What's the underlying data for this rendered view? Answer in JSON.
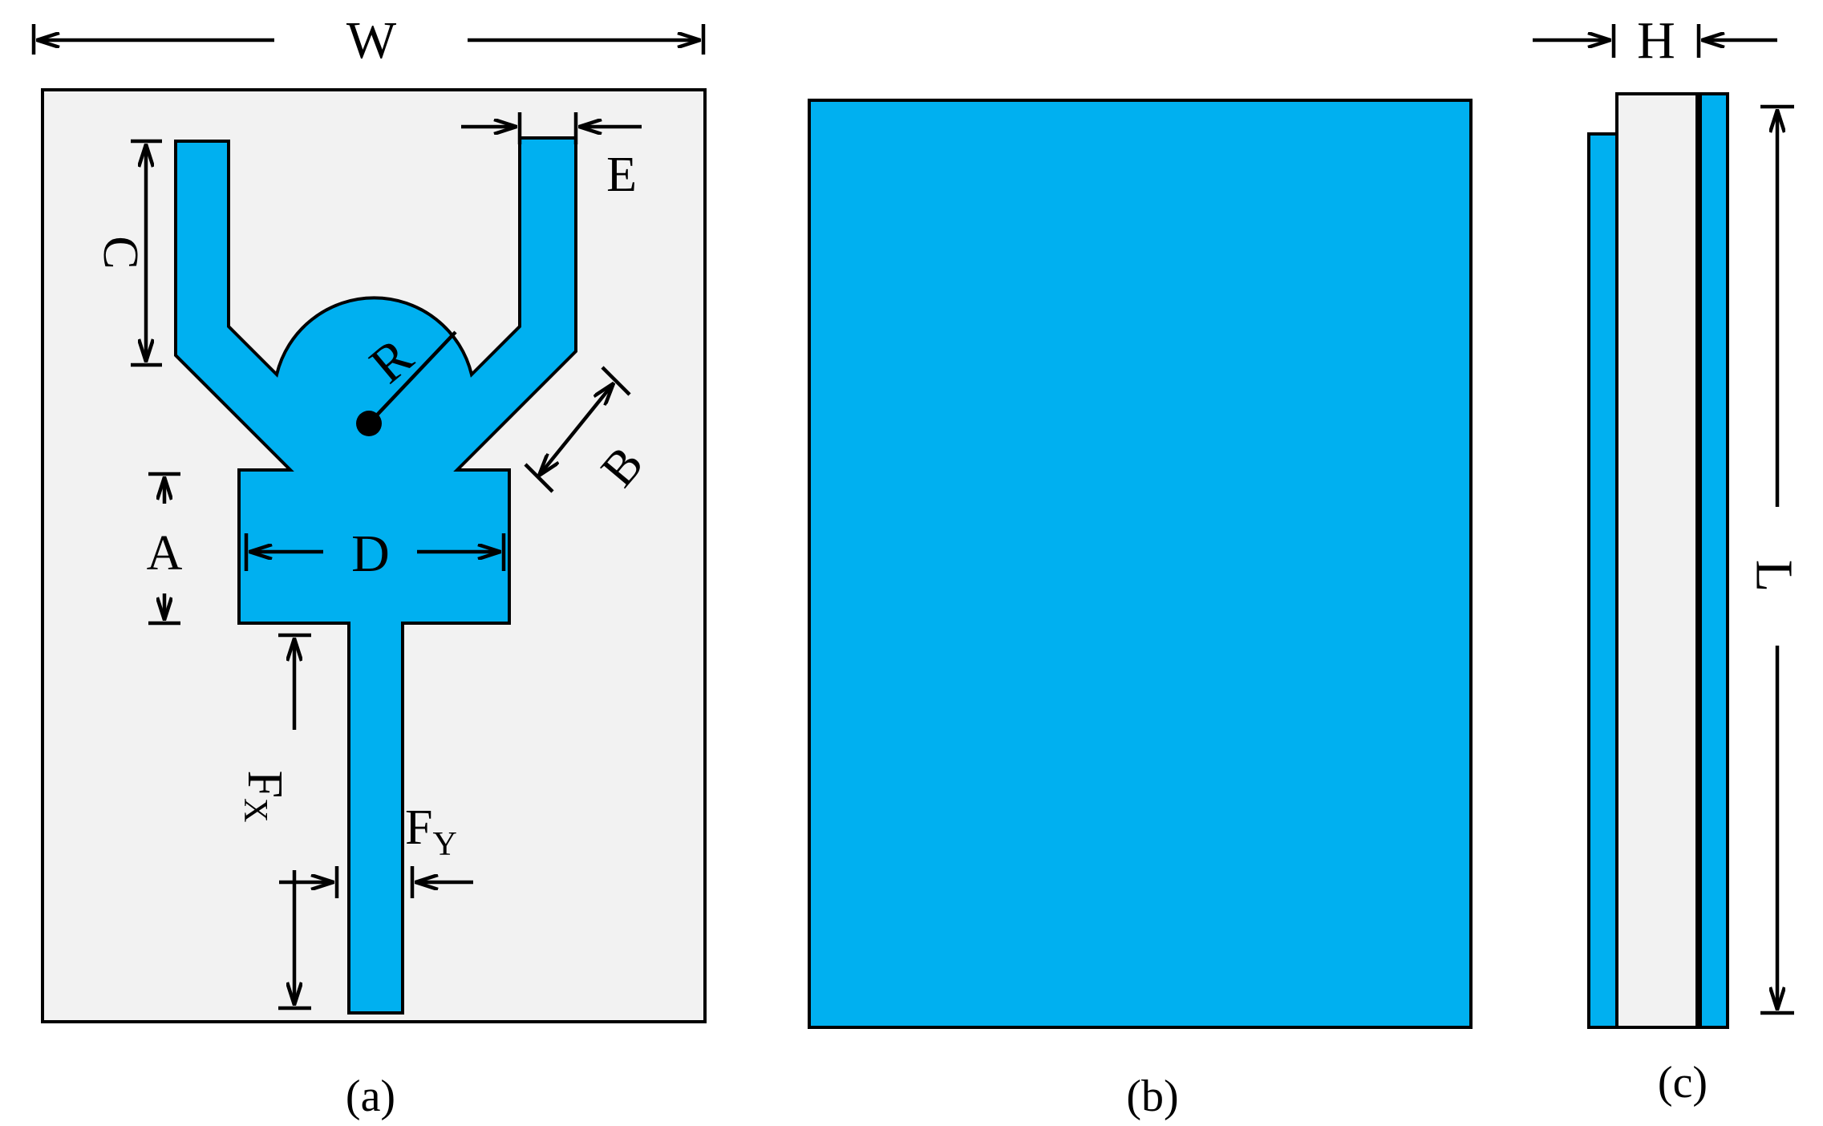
{
  "colors": {
    "substrate": "#f2f2f2",
    "copper": "#00b0f0",
    "outline": "#000000"
  },
  "labels": {
    "W": "W",
    "C": "C",
    "E": "E",
    "R": "R",
    "B": "B",
    "A": "A",
    "D": "D",
    "Fx_main": "F",
    "Fx_sub": "X",
    "Fy_main": "F",
    "Fy_sub": "Y",
    "H": "H",
    "L": "L"
  },
  "captions": {
    "a": "(a)",
    "b": "(b)",
    "c": "(c)"
  }
}
